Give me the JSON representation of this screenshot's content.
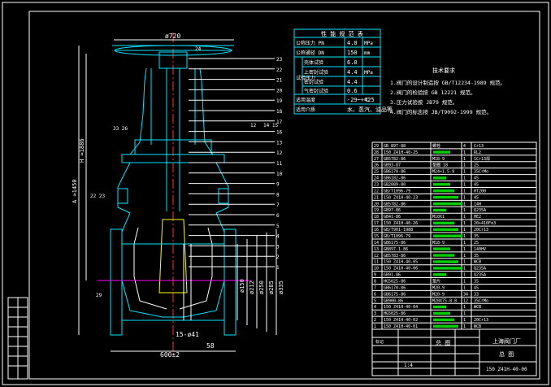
{
  "dims": {
    "top_width": "ø720",
    "height_a": "A ≈1450",
    "height_b": "H ≈1886",
    "bolts": "15-ø41",
    "face_len": "600±2",
    "flange_t": "58",
    "dia_a": "ø150",
    "dia_b": "ø212",
    "dia_c": "ø250",
    "dia_d": "ø285",
    "dia_e": "ø335",
    "part_label_left_a": "33 26",
    "part_label_left_b": "22 23",
    "part_label_left_c": "29",
    "top_label": "24",
    "mid_label_a": "12",
    "mid_label_b": "14 15"
  },
  "balloons_right": [
    "23",
    "22",
    "21",
    "20",
    "19",
    "18",
    "17",
    "16",
    "13",
    "12",
    "11",
    "10",
    "9",
    "8",
    "7",
    "6",
    "5",
    "4",
    "3",
    "2",
    "1"
  ],
  "spec": {
    "title": "性 能 规 范 表",
    "rows": [
      {
        "label": "公称压力",
        "sym": "PN",
        "val": "4.0",
        "unit": "MPa"
      },
      {
        "label": "公称通径",
        "sym": "DN",
        "val": "150",
        "unit": "mm"
      },
      {
        "label": "壳体试验",
        "sym": "",
        "val": "6.0",
        "unit": ""
      },
      {
        "label": "上密封试验",
        "sym": "",
        "val": "4.4",
        "unit": "MPa"
      },
      {
        "label": "密封试验",
        "sym": "",
        "val": "4.4",
        "unit": ""
      },
      {
        "label": "气密封试验",
        "sym": "",
        "val": "0.6",
        "unit": ""
      },
      {
        "label": "适用温度",
        "sym": "",
        "val": "-29~+425",
        "unit": "℃"
      },
      {
        "label": "适用介质",
        "sym": "",
        "val": "水、蒸汽、油品等",
        "unit": ""
      }
    ],
    "side_label": "试验压力"
  },
  "tech": {
    "title": "技术要求",
    "lines": [
      "1.阀门的设计制造按 GB/T12234-1989 规范。",
      "2.阀门的检验按 GB 12221 规范。",
      "3.压力试验按 JB79 规范。",
      "4.阀门的标志按 JB/T9092-1999 规范。"
    ]
  },
  "bom": [
    {
      "no": "29",
      "code": "GB 897-88",
      "name": "螺栓",
      "qty": "4",
      "mat": "Cr13"
    },
    {
      "no": "28",
      "code": "150 Z41H-40-25",
      "name": "",
      "qty": "1",
      "mat": "RL2"
    },
    {
      "no": "27",
      "code": "GB5782-86",
      "name": "M18-9",
      "qty": "1",
      "mat": "1Cr13焊"
    },
    {
      "no": "26",
      "code": "GB93-87",
      "name": "垫圈 18",
      "qty": "1",
      "mat": "25"
    },
    {
      "no": "25",
      "code": "GB6170-86",
      "name": "M24×1.5-9",
      "qty": "1",
      "mat": "35CrMo"
    },
    {
      "no": "24",
      "code": "GB6182-86",
      "name": "",
      "qty": "1",
      "mat": "45"
    },
    {
      "no": "23",
      "code": "GB2089-80",
      "name": "",
      "qty": "1",
      "mat": "45"
    },
    {
      "no": "22",
      "code": "GB/T1096-79",
      "name": "",
      "qty": "1",
      "mat": "HT200"
    },
    {
      "no": "21",
      "code": "150 Z41H-40-23",
      "name": "",
      "qty": "1",
      "mat": "45"
    },
    {
      "no": "20",
      "code": "GB5782-86",
      "name": "",
      "qty": "1",
      "mat": "14H"
    },
    {
      "no": "19",
      "code": "GB97-86",
      "name": "",
      "qty": "1",
      "mat": "Q235A"
    },
    {
      "no": "18",
      "code": "GB41-86",
      "name": "M10X1",
      "qty": "1",
      "mat": "HE2"
    },
    {
      "no": "17",
      "code": "150 Z41H-40-26",
      "name": "",
      "qty": "1",
      "mat": "20+410Fe3"
    },
    {
      "no": "16",
      "code": "GB/T901-1988",
      "name": "",
      "qty": "1",
      "mat": "20Cr13"
    },
    {
      "no": "15",
      "code": "GB/T1096-79",
      "name": "",
      "qty": "1",
      "mat": "35"
    },
    {
      "no": "14",
      "code": "GB6175-86",
      "name": "M18-9",
      "qty": "1",
      "mat": "25"
    },
    {
      "no": "13",
      "code": "GB897-1-86",
      "name": "",
      "qty": "1",
      "mat": "140HV"
    },
    {
      "no": "12",
      "code": "GB5783-86",
      "name": "",
      "qty": "1",
      "mat": "35"
    },
    {
      "no": "11",
      "code": "150 Z41H-40-05",
      "name": "",
      "qty": "1",
      "mat": "WCB"
    },
    {
      "no": "10",
      "code": "150 Z41H-40-06",
      "name": "",
      "qty": "1",
      "mat": "Q235A"
    },
    {
      "no": "9",
      "code": "GB91-86",
      "name": "",
      "qty": "1",
      "mat": "Q235A"
    },
    {
      "no": "8",
      "code": "HG5025-86",
      "name": "垫片",
      "qty": "1",
      "mat": "35"
    },
    {
      "no": "7",
      "code": "GB6170-86",
      "name": "M20-9",
      "qty": "1",
      "mat": "45"
    },
    {
      "no": "6",
      "code": "GB6175-86",
      "name": "M20-9",
      "qty": "34",
      "mat": "33"
    },
    {
      "no": "5",
      "code": "GB900-86",
      "name": "M20X75-8.8",
      "qty": "12",
      "mat": "35CrMo"
    },
    {
      "no": "4",
      "code": "150 Z41H-40-04",
      "name": "",
      "qty": "1",
      "mat": "WCB"
    },
    {
      "no": "3",
      "code": "HG5025-86",
      "name": "",
      "qty": "1",
      "mat": ""
    },
    {
      "no": "2",
      "code": "150 Z41H-40-02",
      "name": "",
      "qty": "1",
      "mat": "20Cr13"
    },
    {
      "no": "1",
      "code": "150 Z41H-40-01",
      "name": "",
      "qty": "1",
      "mat": "WCB"
    }
  ],
  "title_block": {
    "left_label": "总 图",
    "company": "上海阀门厂",
    "drawing": "总 图",
    "code": "150 Z41H-40-00",
    "scale": "1:4"
  },
  "revision_label": "标记"
}
